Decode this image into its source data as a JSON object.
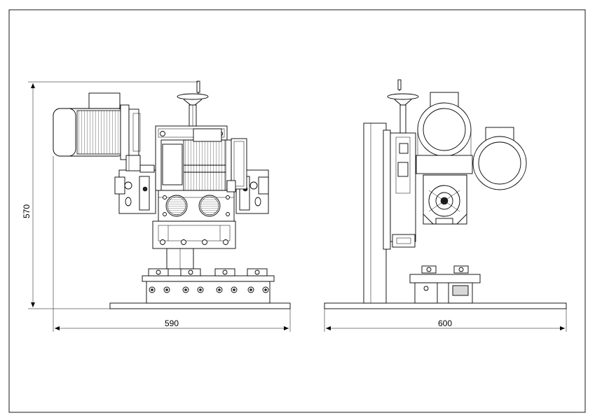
{
  "drawing": {
    "dimensions": {
      "height_label": "570",
      "front_width_label": "590",
      "side_width_label": "600"
    }
  }
}
